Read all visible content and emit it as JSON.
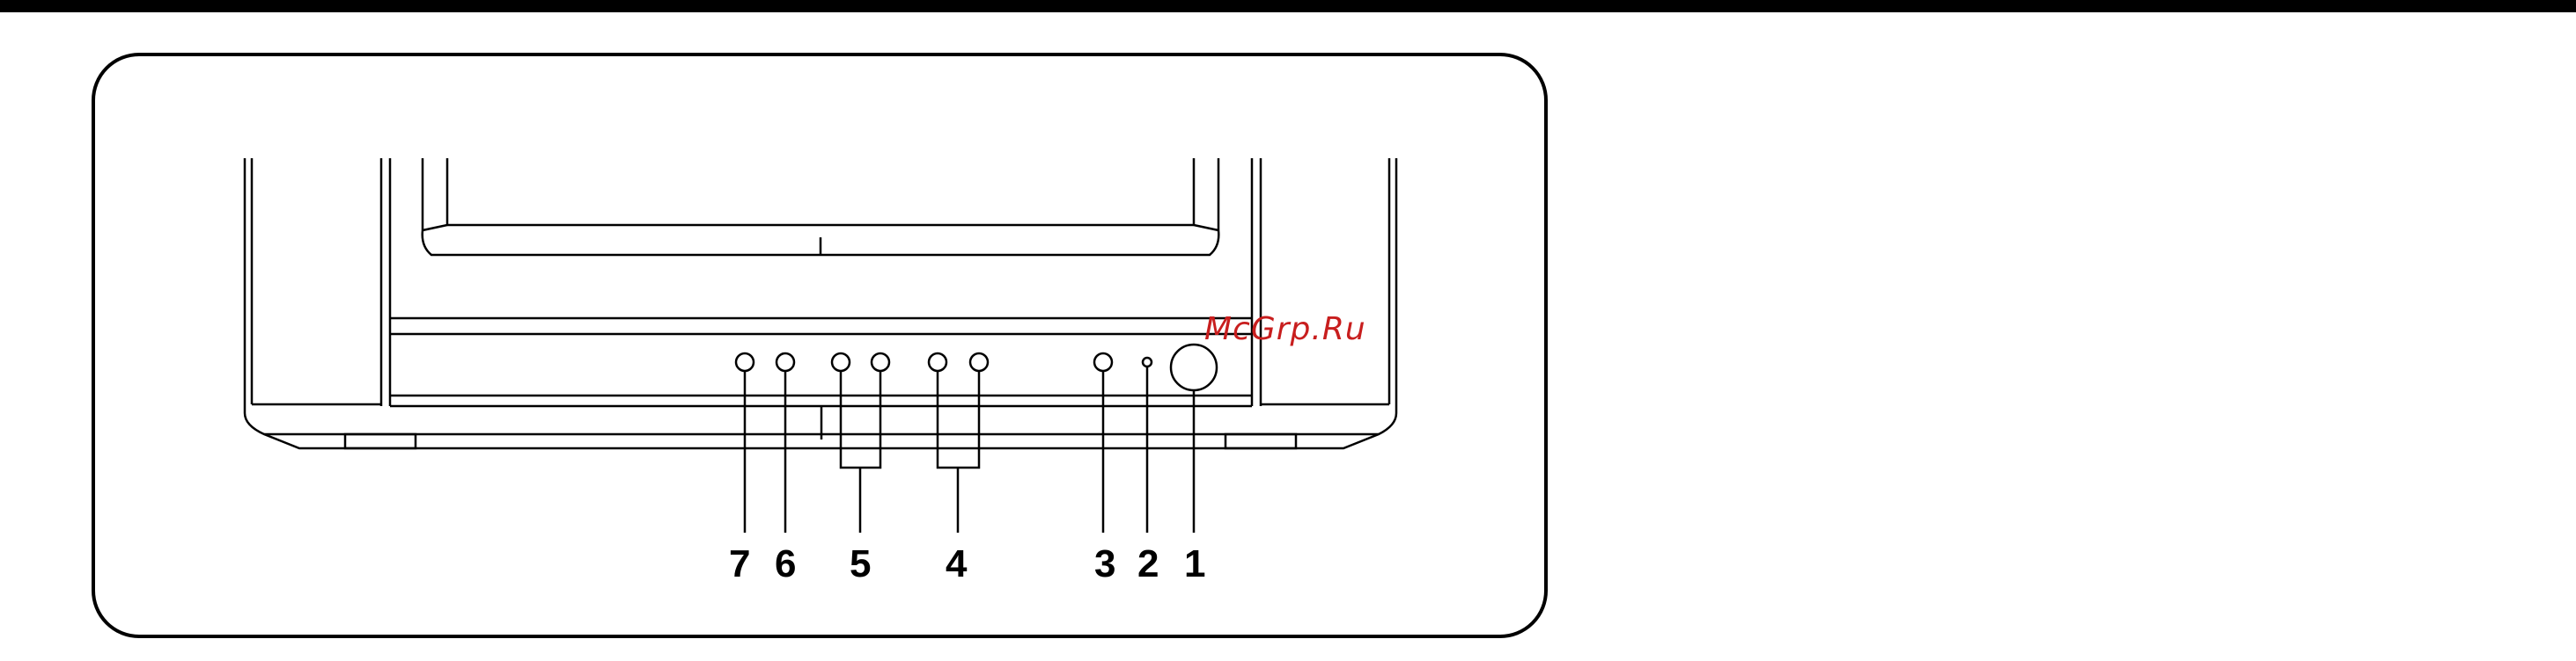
{
  "callouts": [
    {
      "key": "7",
      "label": "7"
    },
    {
      "key": "6",
      "label": "6"
    },
    {
      "key": "5",
      "label": "5"
    },
    {
      "key": "4",
      "label": "4"
    },
    {
      "key": "3",
      "label": "3"
    },
    {
      "key": "2",
      "label": "2"
    },
    {
      "key": "1",
      "label": "1"
    }
  ],
  "watermark": "McGrp.Ru",
  "colors": {
    "line": "#000000",
    "watermark": "#c81e1e",
    "background": "#ffffff"
  }
}
